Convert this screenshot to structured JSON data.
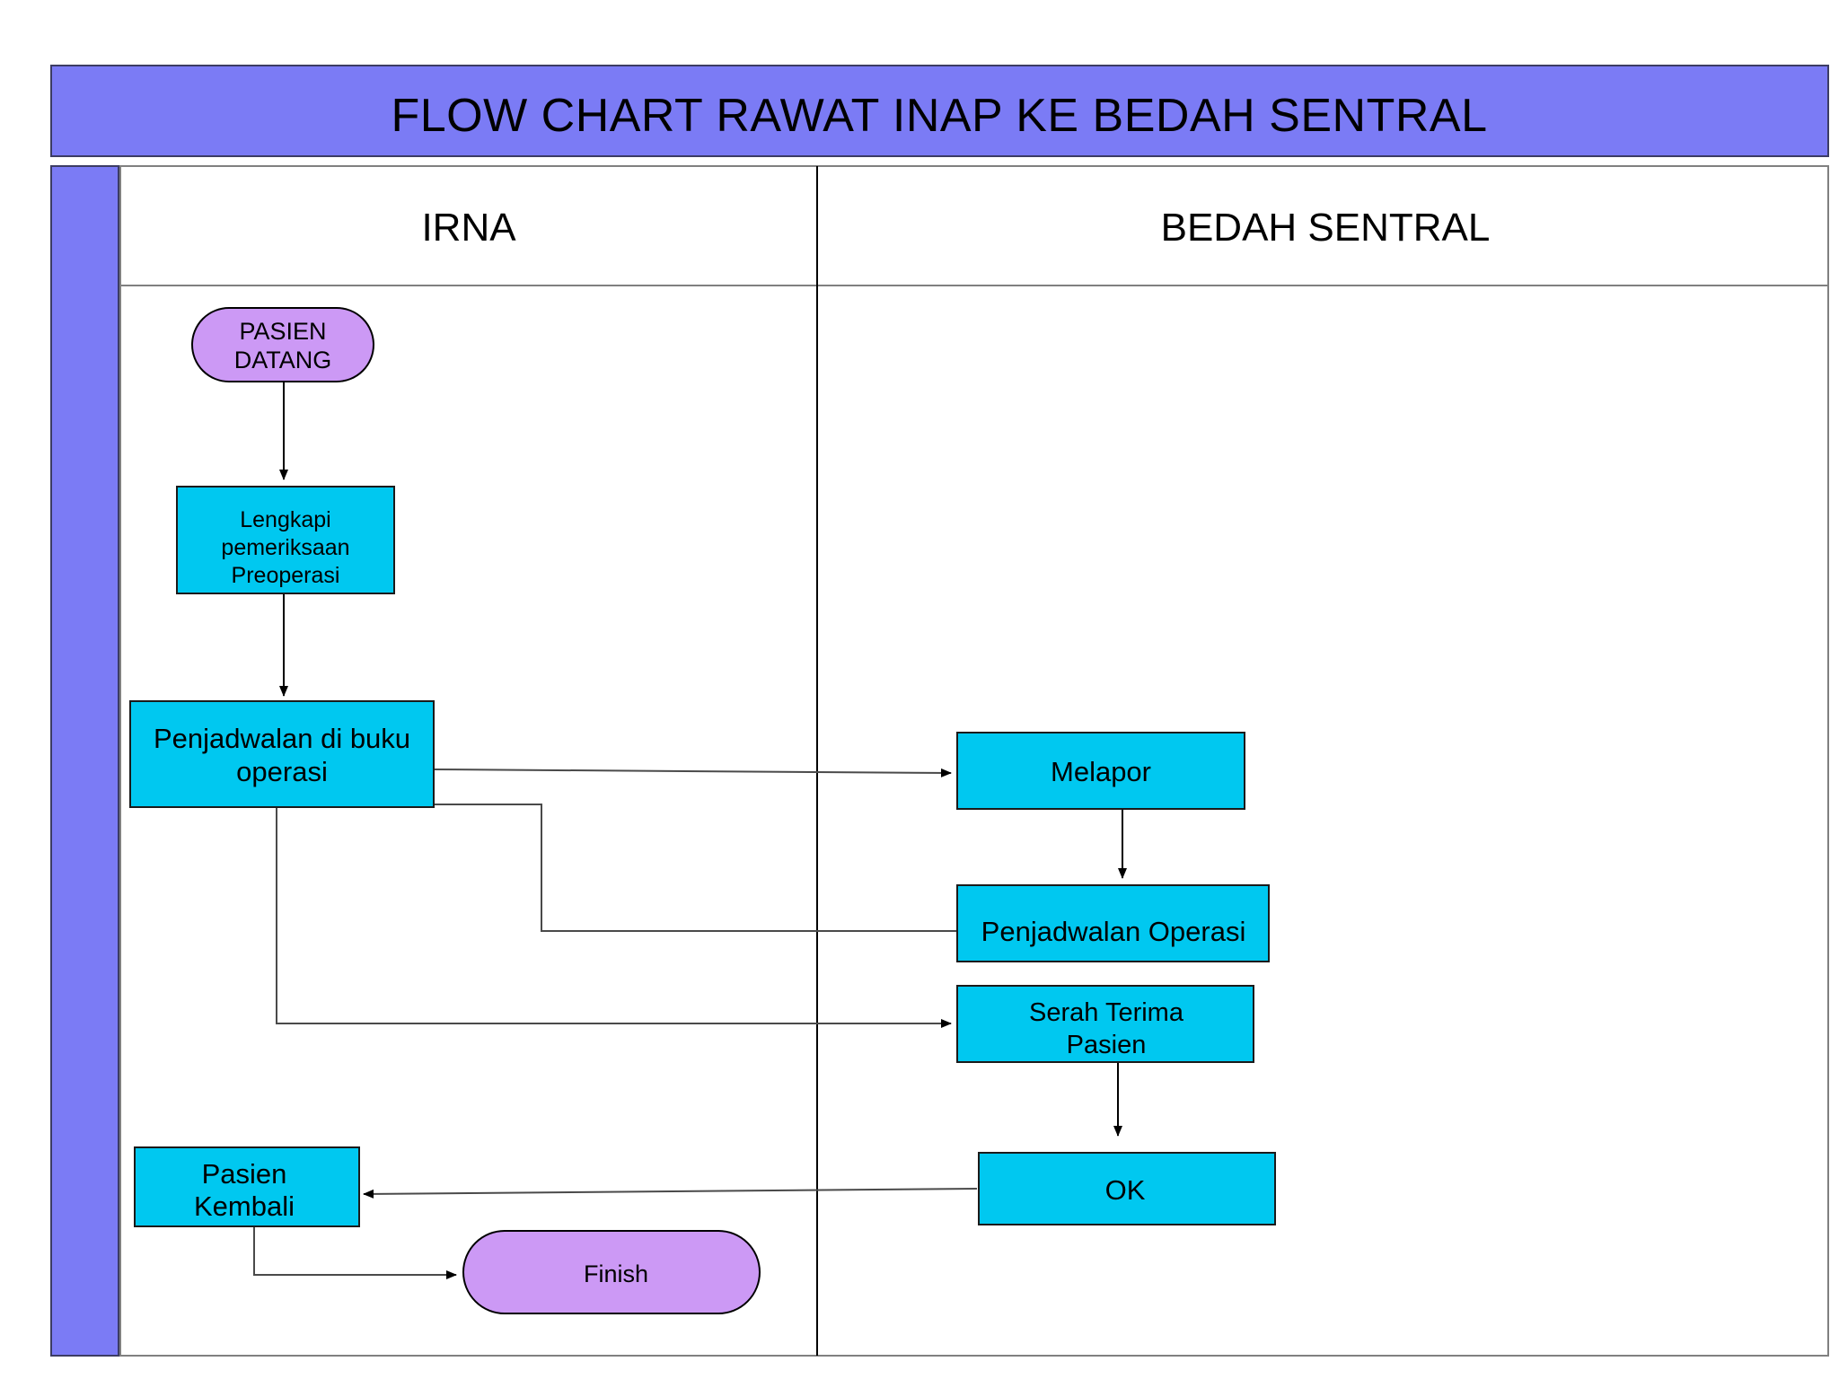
{
  "document": {
    "title": "FLOW CHART RAWAT INAP KE BEDAH SENTRAL",
    "background_color": "#FFFFFF"
  },
  "theme": {
    "title_bar_fill": "#7B7BF5",
    "sidebar_fill": "#7B7BF5",
    "process_fill": "#00C8F0",
    "terminator_fill": "#CC99F5",
    "stroke": "#000000",
    "grid_line": "#808080"
  },
  "lanes": [
    {
      "id": "irna",
      "label": "IRNA"
    },
    {
      "id": "bedah",
      "label": "BEDAH SENTRAL"
    }
  ],
  "chart_data": {
    "type": "flowchart",
    "title": "FLOW CHART RAWAT INAP KE BEDAH SENTRAL",
    "lanes": [
      "IRNA",
      "BEDAH SENTRAL"
    ],
    "nodes": [
      {
        "id": "pasien-datang",
        "label": "PASIEN DATANG",
        "lines": [
          "PASIEN",
          "DATANG"
        ],
        "shape": "terminator",
        "lane": "IRNA",
        "fill": "#CC99F5"
      },
      {
        "id": "lengkapi-pemeriksaan",
        "label": "Lengkapi pemeriksaan Preoperasi",
        "lines": [
          "Lengkapi",
          "pemeriksaan",
          "Preoperasi"
        ],
        "shape": "process",
        "lane": "IRNA",
        "fill": "#00C8F0"
      },
      {
        "id": "penjadwalan-buku-operasi",
        "label": "Penjadwalan di buku operasi",
        "lines": [
          "Penjadwalan di buku",
          "operasi"
        ],
        "shape": "process",
        "lane": "IRNA",
        "fill": "#00C8F0"
      },
      {
        "id": "melapor",
        "label": "Melapor",
        "lines": [
          "Melapor"
        ],
        "shape": "process",
        "lane": "BEDAH SENTRAL",
        "fill": "#00C8F0"
      },
      {
        "id": "penjadwalan-operasi",
        "label": "Penjadwalan Operasi",
        "lines": [
          "Penjadwalan Operasi"
        ],
        "shape": "process",
        "lane": "BEDAH SENTRAL",
        "fill": "#00C8F0"
      },
      {
        "id": "serah-terima-pasien",
        "label": "Serah Terima Pasien",
        "lines": [
          "Serah Terima",
          "Pasien"
        ],
        "shape": "process",
        "lane": "BEDAH SENTRAL",
        "fill": "#00C8F0"
      },
      {
        "id": "ok",
        "label": "OK",
        "lines": [
          "OK"
        ],
        "shape": "process",
        "lane": "BEDAH SENTRAL",
        "fill": "#00C8F0"
      },
      {
        "id": "pasien-kembali",
        "label": "Pasien Kembali",
        "lines": [
          "Pasien",
          "Kembali"
        ],
        "shape": "process",
        "lane": "IRNA",
        "fill": "#00C8F0"
      },
      {
        "id": "finish",
        "label": "Finish",
        "lines": [
          "Finish"
        ],
        "shape": "terminator",
        "lane": "IRNA",
        "fill": "#CC99F5"
      }
    ],
    "edges": [
      {
        "from": "pasien-datang",
        "to": "lengkapi-pemeriksaan",
        "label": ""
      },
      {
        "from": "lengkapi-pemeriksaan",
        "to": "penjadwalan-buku-operasi",
        "label": ""
      },
      {
        "from": "penjadwalan-buku-operasi",
        "to": "melapor",
        "label": ""
      },
      {
        "from": "melapor",
        "to": "penjadwalan-operasi",
        "label": ""
      },
      {
        "from": "penjadwalan-operasi",
        "to": "penjadwalan-buku-operasi",
        "label": ""
      },
      {
        "from": "penjadwalan-buku-operasi",
        "to": "serah-terima-pasien",
        "label": ""
      },
      {
        "from": "serah-terima-pasien",
        "to": "ok",
        "label": ""
      },
      {
        "from": "ok",
        "to": "pasien-kembali",
        "label": ""
      },
      {
        "from": "pasien-kembali",
        "to": "finish",
        "label": ""
      }
    ]
  },
  "node_text": {
    "pasien_datang_l1": "PASIEN",
    "pasien_datang_l2": "DATANG",
    "lengkapi_l1": "Lengkapi",
    "lengkapi_l2": "pemeriksaan",
    "lengkapi_l3": "Preoperasi",
    "penjadwalan_buku_l1": "Penjadwalan di buku",
    "penjadwalan_buku_l2": "operasi",
    "melapor_l1": "Melapor",
    "penjadwalan_operasi_l1": "Penjadwalan Operasi",
    "serah_terima_l1": "Serah Terima",
    "serah_terima_l2": "Pasien",
    "ok_l1": "OK",
    "pasien_kembali_l1": "Pasien",
    "pasien_kembali_l2": "Kembali",
    "finish_l1": "Finish"
  }
}
